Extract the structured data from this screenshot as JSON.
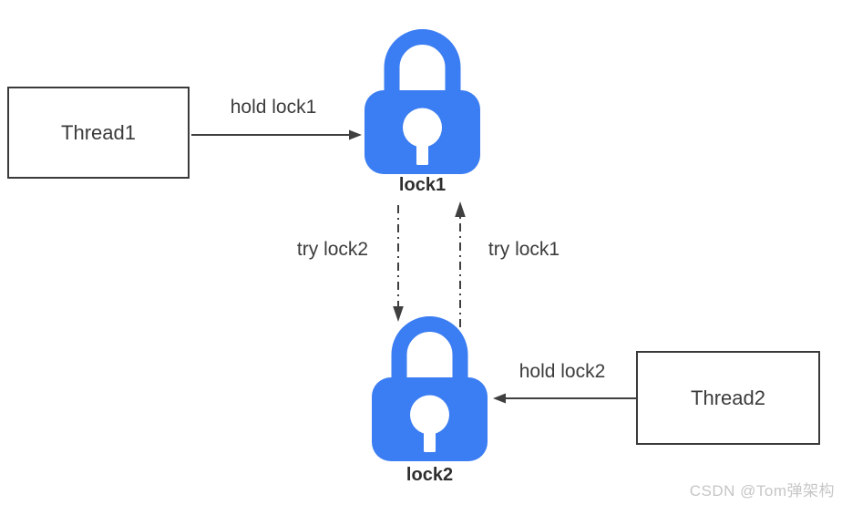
{
  "diagram": {
    "type": "deadlock-diagram",
    "nodes": {
      "thread1": {
        "label": "Thread1",
        "shape": "rectangle"
      },
      "thread2": {
        "label": "Thread2",
        "shape": "rectangle"
      },
      "lock1": {
        "label": "lock1",
        "icon": "padlock-icon"
      },
      "lock2": {
        "label": "lock2",
        "icon": "padlock-icon"
      }
    },
    "edges": {
      "hold_lock1": {
        "label": "hold lock1",
        "from": "thread1",
        "to": "lock1",
        "style": "solid",
        "direction": "right"
      },
      "try_lock2": {
        "label": "try lock2",
        "from": "lock1",
        "to": "lock2",
        "style": "dash-dot",
        "direction": "down"
      },
      "try_lock1": {
        "label": "try lock1",
        "from": "lock2",
        "to": "lock1",
        "style": "dash-dot",
        "direction": "up"
      },
      "hold_lock2": {
        "label": "hold lock2",
        "from": "thread2",
        "to": "lock2",
        "style": "solid",
        "direction": "left"
      }
    },
    "watermark": "CSDN @Tom弹架构",
    "colors": {
      "lock_blue": "#3B7DF2",
      "line": "#3F3F3F",
      "text": "#3C3C3C",
      "watermark": "#C6C6C6",
      "background": "#FFFFFF"
    }
  }
}
